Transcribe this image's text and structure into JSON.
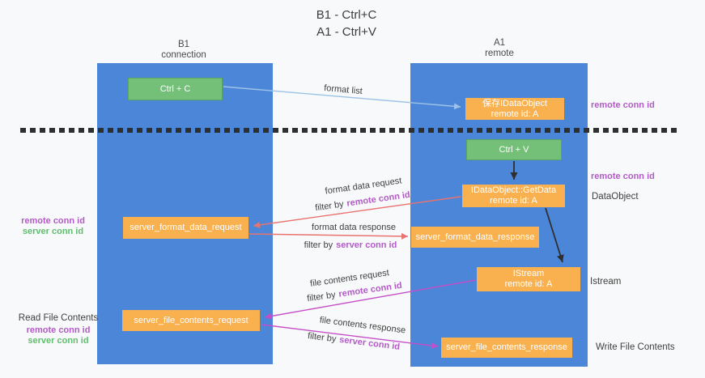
{
  "title": {
    "line1": "B1 - Ctrl+C",
    "line2": "A1 - Ctrl+V"
  },
  "lanes": {
    "left": {
      "header_line1": "B1",
      "header_line2": "connection"
    },
    "right": {
      "header_line1": "A1",
      "header_line2": "remote"
    }
  },
  "nodes": {
    "ctrl_c": "Ctrl + C",
    "ctrl_v": "Ctrl + V",
    "save_dataobject": {
      "line1": "保存IDataObject",
      "line2": "remote id: A"
    },
    "getdata": {
      "line1": "IDataObject::GetData",
      "line2": "remote id: A"
    },
    "istream": {
      "line1": "IStream",
      "line2": "remote id: A"
    },
    "server_format_data_request": "server_format_data_request",
    "server_format_data_response": "server_format_data_response",
    "server_file_contents_request": "server_file_contents_request",
    "server_file_contents_response": "server_file_contents_response"
  },
  "side_labels": {
    "remote_conn_id": "remote conn id",
    "server_conn_id": "server conn id",
    "dataobject": "DataObject",
    "istream": "Istream",
    "read_file_contents": "Read File Contents",
    "write_file_contents": "Write File Contents"
  },
  "flow_labels": {
    "format_list": "format list",
    "format_data_request": "format data request",
    "format_data_response": "format data response",
    "file_contents_request": "file contents request",
    "file_contents_response": "file contents response",
    "filter_prefix": "filter by",
    "remote_conn_id": "remote conn id",
    "server_conn_id": "server conn id"
  },
  "colors": {
    "lane_blue": "#4C86D9",
    "node_orange": "#F9B04E",
    "node_green": "#74C078",
    "arrow_blue": "#9DC3E6",
    "arrow_red": "#E8736F",
    "arrow_magenta": "#C44FC9",
    "arrow_black": "#2F2F2F",
    "text_purple": "#B35AC8",
    "text_green": "#5FBE6E",
    "text_dark": "#3F3F3F",
    "background": "#F8F9FA"
  }
}
